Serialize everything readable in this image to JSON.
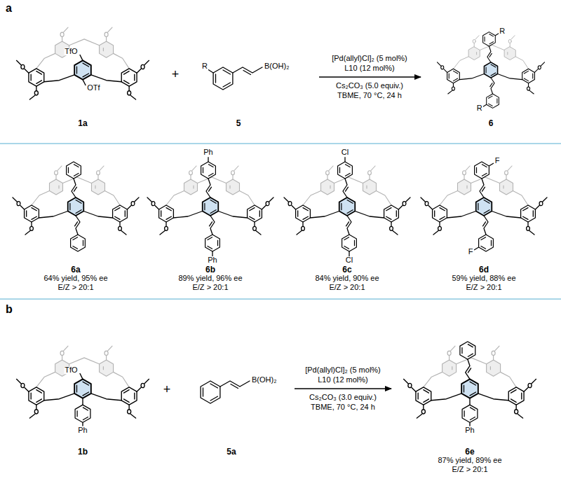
{
  "diagram": {
    "labels": [
      "a",
      "TfO",
      "OTf",
      "1a",
      "+",
      "R",
      "B(OH)₂",
      "5",
      "[Pd(allyl)Cl]₂ (5 mol%)",
      "L10 (12 mol%)",
      "Cs₂CO₃ (5.0 equiv.)",
      "TBME, 70 °C, 24 h",
      "R",
      "R",
      "6",
      "6a",
      "64% yield, 95% ee",
      "E/Z > 20:1",
      "Ph",
      "Ph",
      "6b",
      "89% yield, 96% ee",
      "E/Z > 20:1",
      "Cl",
      "Cl",
      "6c",
      "84% yield, 90% ee",
      "E/Z > 20:1",
      "F",
      "F",
      "6d",
      "59% yield, 88% ee",
      "E/Z > 20:1",
      "b",
      "TfO",
      "Ph",
      "1b",
      "+",
      "B(OH)₂",
      "5a",
      "[Pd(allyl)Cl]₂ (5 mol%)",
      "L10 (12 mol%)",
      "Cs₂CO₃ (3.0 equiv.)",
      "TBME, 70 °C, 24 h",
      "Ph",
      "6e",
      "87% yield, 89% ee",
      "E/Z > 20:1"
    ]
  }
}
